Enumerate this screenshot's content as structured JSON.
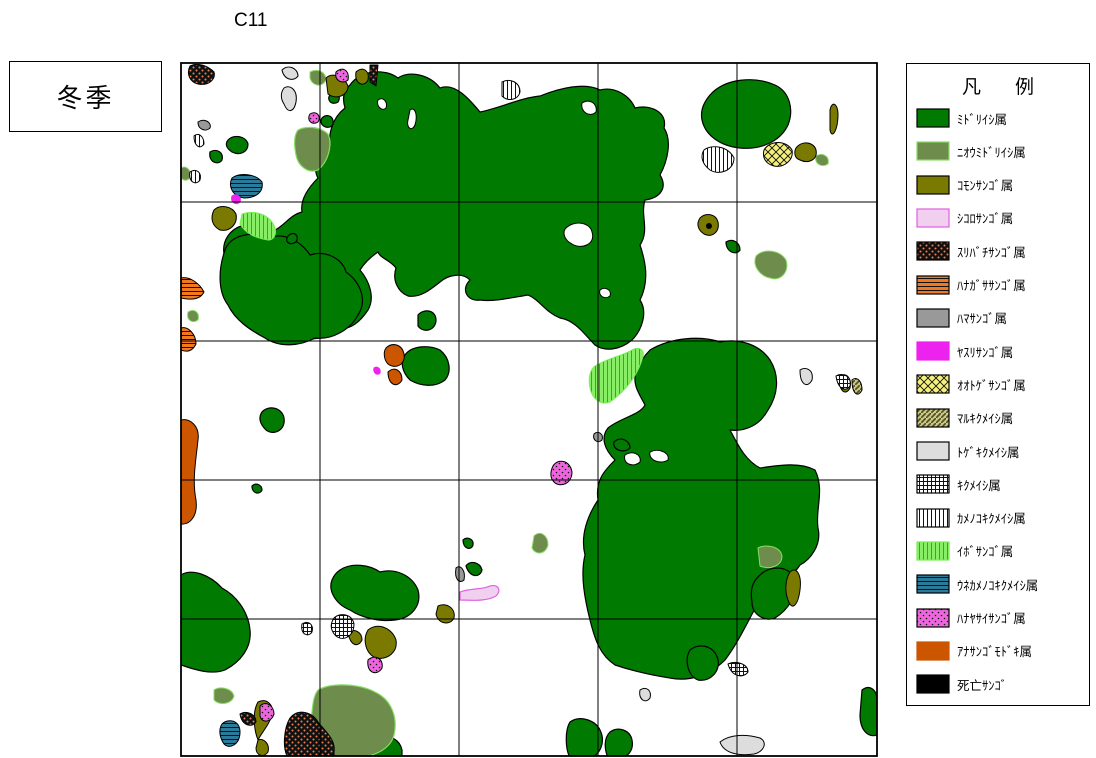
{
  "header": {
    "code": "C11",
    "season": "冬季"
  },
  "legend": {
    "title": "凡 例",
    "items": [
      {
        "label": "ﾐﾄﾞﾘｲｼ属",
        "fill": "#007a00",
        "pattern": "solid",
        "stroke": "#000"
      },
      {
        "label": "ﾆｵｳﾐﾄﾞﾘｲｼ属",
        "fill": "#6e8c4c",
        "pattern": "solid",
        "stroke": "#88dd66"
      },
      {
        "label": "ｺﾓﾝｻﾝｺﾞ属",
        "fill": "#7a7a00",
        "pattern": "solid",
        "stroke": "#000"
      },
      {
        "label": "ｼｺﾛｻﾝｺﾞ属",
        "fill": "#f0d0ee",
        "pattern": "solid",
        "stroke": "#e060e0"
      },
      {
        "label": "ｽﾘﾊﾞﾁｻﾝｺﾞ属",
        "fill": "#000000",
        "pattern": "dots-orange",
        "stroke": "#000"
      },
      {
        "label": "ﾊﾅｶﾞｻｻﾝｺﾞ属",
        "fill": "#f07820",
        "pattern": "hstripe-orange",
        "stroke": "#000"
      },
      {
        "label": "ﾊﾏｻﾝｺﾞ属",
        "fill": "#999999",
        "pattern": "solid",
        "stroke": "#000"
      },
      {
        "label": "ﾔｽﾘｻﾝｺﾞ属",
        "fill": "#ee22ee",
        "pattern": "solid",
        "stroke": "#ee22ee"
      },
      {
        "label": "ｵｵﾄｹﾞｻﾝｺﾞ属",
        "fill": "#f4f07a",
        "pattern": "crosshatch",
        "stroke": "#000"
      },
      {
        "label": "ﾏﾙｷｸﾒｲｼ属",
        "fill": "#8a8a40",
        "pattern": "diag",
        "stroke": "#000"
      },
      {
        "label": "ﾄｹﾞｷｸﾒｲｼ属",
        "fill": "#dddddd",
        "pattern": "solid",
        "stroke": "#000"
      },
      {
        "label": "ｷｸﾒｲｼ属",
        "fill": "#ffffff",
        "pattern": "grid",
        "stroke": "#000"
      },
      {
        "label": "ｶﾒﾉｺｷｸﾒｲｼ属",
        "fill": "#ffffff",
        "pattern": "vstripe",
        "stroke": "#000"
      },
      {
        "label": "ｲﾎﾞｻﾝｺﾞ属",
        "fill": "#77ee55",
        "pattern": "vstripe-green",
        "stroke": "#77ee55"
      },
      {
        "label": "ｳﾈｶﾒﾉｺｷｸﾒｲｼ属",
        "fill": "#2a7a99",
        "pattern": "hstripe-blue",
        "stroke": "#000"
      },
      {
        "label": "ﾊﾅﾔｻｲｻﾝｺﾞ属",
        "fill": "#ee66dd",
        "pattern": "dots-black",
        "stroke": "#000"
      },
      {
        "label": "ｱﾅｻﾝｺﾞﾓﾄﾞｷ属",
        "fill": "#cc5500",
        "pattern": "solid",
        "stroke": "#cc5500"
      },
      {
        "label": "死亡ｻﾝｺﾞ",
        "fill": "#000000",
        "pattern": "solid",
        "stroke": "#000"
      }
    ]
  },
  "colors": {
    "midoriishi": "#007a00",
    "niou": "#6e8c4c",
    "komon": "#7a7a00",
    "anasango": "#cc5500",
    "hanayasai": "#ee66dd",
    "togekikumeishi": "#dddddd",
    "ibo": "#77ee55"
  }
}
